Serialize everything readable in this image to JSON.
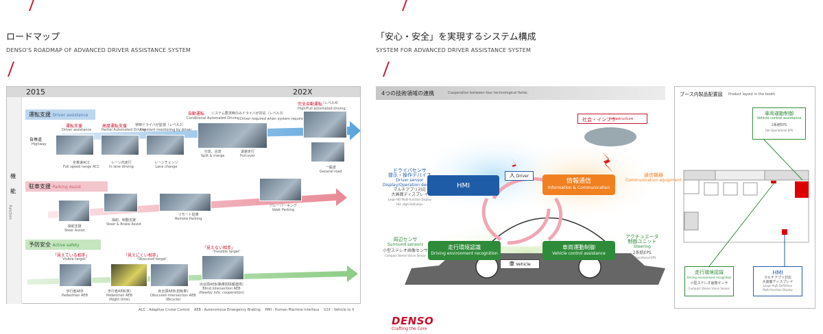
{
  "left": {
    "title": "ロードマップ",
    "subtitle": "DENSO'S ROADMAP OF ADVANCED DRIVER ASSISTANCE SYSTEM",
    "year_start": "2015",
    "year_end": "202X",
    "side_jp": "機能",
    "side_en": "Function",
    "sections": [
      {
        "jp": "運転支援",
        "en": "Driver assistance"
      },
      {
        "jp": "駐車支援",
        "en": "Parking Assist"
      },
      {
        "jp": "予防安全",
        "en": "Active safety"
      }
    ],
    "highway": "自専道",
    "highway_en": "Highway",
    "levels": [
      {
        "jp": "運転支援",
        "en": "Driver assistance"
      },
      {
        "jp": "高度運転支援",
        "note": "常時ドライバが監視（レベル2）",
        "en": "Partial Automated Driving",
        "note_en": "Constant monitoring by driver"
      },
      {
        "jp": "自動運転",
        "note": "システム要求時のみドライバが対応（レベル3）",
        "en": "Conditional Automated Driving",
        "note_en": "Driver required when system requires"
      },
      {
        "jp": "完全自動運転",
        "note": "（レベル4）",
        "en": "High/Full automated driving"
      }
    ],
    "da_items": [
      {
        "jp": "全車速ACC",
        "en": "Full speed range ACC"
      },
      {
        "jp": "レーン内走行",
        "en": "In lane driving"
      },
      {
        "jp": "レーンチェンジ",
        "en": "Lane change"
      },
      {
        "jp": "分流、合流",
        "en": "Split & merge"
      },
      {
        "jp": "退避走行",
        "en": "Pull-over"
      },
      {
        "jp": "一般道",
        "en": "General road"
      }
    ],
    "pa_items": [
      {
        "jp": "操舵支援",
        "en": "Steer Assist"
      },
      {
        "jp": "操舵、制動支援",
        "en": "Steer & Brake Assist"
      },
      {
        "jp": "リモート駐車",
        "en": "Remote Parking"
      },
      {
        "jp": "バレーパーキング",
        "en": "Valet Parking"
      }
    ],
    "as_targets": [
      {
        "jp": "「見えている相手」",
        "en": "'Visible target'"
      },
      {
        "jp": "「見えにくい相手」",
        "en": "'Obscured target'"
      },
      {
        "jp": "「見えない相手」",
        "en": "'Invisible target'"
      }
    ],
    "as_items": [
      {
        "jp": "歩行者AEB",
        "en": "Pedestrian AEB"
      },
      {
        "jp": "歩行者AEB(夜)",
        "en": "Pedestrian AEB",
        "en2": "(Night time)"
      },
      {
        "jp": "出合頭AEB(自転車)",
        "en": "Obscured intersection AEB",
        "en2": "(Bicycle)"
      },
      {
        "jp": "出合頭AEB(路車間情報連携)",
        "en": "Blind intersection AEB",
        "en2": "(Nearby info. cooperation)"
      }
    ],
    "footnote": "ACC : Adaptive Cruise Control　 AEB : Autonomous Emergency Braking　 HMI : Human Machine Interface　 V2X : Vehicle to X"
  },
  "right": {
    "title": "「安心・安全」を実現するシステム構成",
    "subtitle": "SYSTEM FOR ADVANCED DRIVER ASSISTANCE SYSTEM",
    "bar": "4つの技術領域の連携",
    "bar_en": "Cooperation between four technological fields:",
    "infra_jp": "社会・インフラ",
    "infra_en": "Infrastructure",
    "hmi": "HMI",
    "driver_jp": "人",
    "driver_en": "Driver",
    "info_jp": "情報通信",
    "info_en": "Information & Communication",
    "comm_jp": "通信機器",
    "comm_en": "Communication equipment",
    "ds_jp": "ドライバセンサ",
    "ds_jp2": "提示・操作デバイス",
    "ds_en": "Driver sensor",
    "ds_en2": "Display/Operation devices",
    "ds_note": "マルチアプリ対応",
    "ds_note2": "大画面ディスプレイ",
    "ds_note_en": "Large HD Multi-function Display",
    "ds_note_en2": "HD: High Definition",
    "env_jp": "走行環境認識",
    "env_en": "Driving environment recognition",
    "veh_ctl_jp": "車両運動制御",
    "veh_ctl_en": "Vehicle control assistance",
    "vehicle_jp": "車",
    "vehicle_en": "Vehicle",
    "ss_jp": "周辺センサ",
    "ss_en": "Surround sensors",
    "ss_note": "小型ステレオ画像センサ",
    "ss_note_en": "Compact Stereo Vision Sensor",
    "act_jp": "アクチュエータ",
    "act_jp2": "制御ユニット",
    "act_en": "Steering",
    "act_note": "2系統EPS",
    "act_note_en": "Fail-Operational EPS"
  },
  "booth": {
    "title": "ブース内製品配置図",
    "title_en": "Product layout in the booth",
    "vc_jp": "車両運動制御",
    "vc_en": "Vehicle control assistance",
    "vc_note": "2系統EPS",
    "vc_note_en": "Fail-Operational EPS",
    "env_jp": "走行環境認識",
    "env_en": "Driving environment recognition",
    "env_note": "小型ステレオ画像センサ",
    "env_note_en": "Compact Stereo Vision Sensor",
    "hmi": "HMI",
    "hmi_note": "マルチアプリ対応",
    "hmi_note2": "大画面ディスプレイ",
    "hmi_note_en": "Large High Definition",
    "hmi_note_en2": "Multi-function Display"
  },
  "brand": {
    "name": "DENSO",
    "tagline": "Crafting the Core"
  },
  "colors": {
    "accent": "#c8102e",
    "blue": "#1f5ca8",
    "orange": "#f08020",
    "green": "#2e8b3a"
  }
}
